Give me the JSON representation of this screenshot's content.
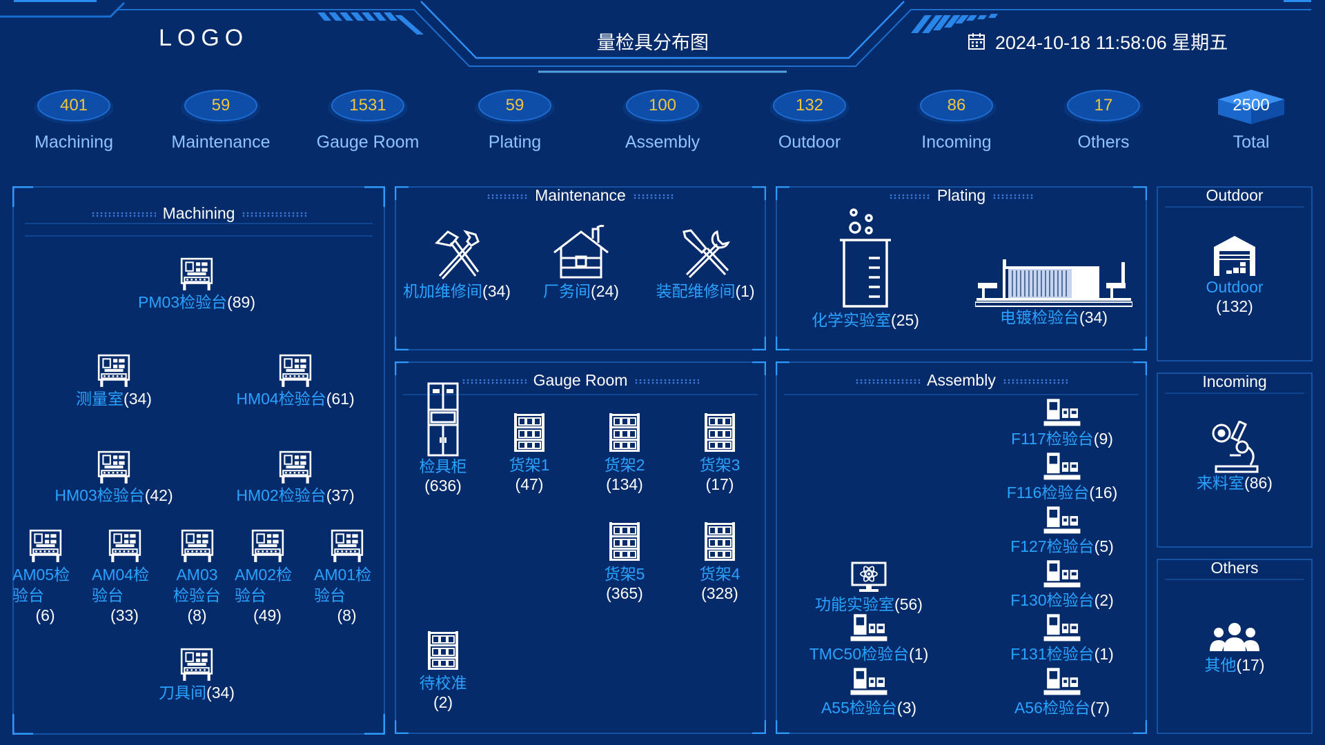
{
  "header": {
    "logo": "LOGO",
    "title": "量检具分布图",
    "datetime": "2024-10-18 11:58:06 星期五"
  },
  "stats": [
    {
      "value": "401",
      "label": "Machining"
    },
    {
      "value": "59",
      "label": "Maintenance"
    },
    {
      "value": "1531",
      "label": "Gauge Room"
    },
    {
      "value": "59",
      "label": "Plating"
    },
    {
      "value": "100",
      "label": "Assembly"
    },
    {
      "value": "132",
      "label": "Outdoor"
    },
    {
      "value": "86",
      "label": "Incoming"
    },
    {
      "value": "17",
      "label": "Others"
    },
    {
      "value": "2500",
      "label": "Total"
    }
  ],
  "machining": {
    "title": "Machining",
    "pm03": {
      "name": "PM03检验台",
      "count": "(89)"
    },
    "measure": {
      "name": "测量室",
      "count": "(34)"
    },
    "hm04": {
      "name": "HM04检验台",
      "count": "(61)"
    },
    "hm03": {
      "name": "HM03检验台",
      "count": "(42)"
    },
    "hm02": {
      "name": "HM02检验台",
      "count": "(37)"
    },
    "am05": {
      "line1": "AM05检",
      "line2": "验台",
      "count": "(6)"
    },
    "am04": {
      "line1": "AM04检",
      "line2": "验台",
      "count": "(33)"
    },
    "am03": {
      "line1": "AM03",
      "line2": "检验台",
      "count": "(8)"
    },
    "am02": {
      "line1": "AM02检",
      "line2": "验台",
      "count": "(49)"
    },
    "am01": {
      "line1": "AM01检",
      "line2": "验台",
      "count": "(8)"
    },
    "tool": {
      "name": "刀具间",
      "count": "(34)"
    }
  },
  "maintenance": {
    "title": "Maintenance",
    "mech": {
      "name": "机加维修间",
      "count": "(34)"
    },
    "facility": {
      "name": "厂务间",
      "count": "(24)"
    },
    "assembly": {
      "name": "装配维修间",
      "count": "(1)"
    }
  },
  "plating": {
    "title": "Plating",
    "chem": {
      "name": "化学实验室",
      "count": "(25)"
    },
    "electro": {
      "name": "电镀检验台",
      "count": "(34)"
    }
  },
  "outdoor": {
    "title": "Outdoor",
    "name": "Outdoor",
    "count": "(132)"
  },
  "gauge": {
    "title": "Gauge Room",
    "cabinet": {
      "name": "检具柜",
      "count": "(636)"
    },
    "shelf1": {
      "name": "货架1",
      "count": "(47)"
    },
    "shelf2": {
      "name": "货架2",
      "count": "(134)"
    },
    "shelf3": {
      "name": "货架3",
      "count": "(17)"
    },
    "shelf5": {
      "name": "货架5",
      "count": "(365)"
    },
    "shelf4": {
      "name": "货架4",
      "count": "(328)"
    },
    "pending": {
      "name": "待校准",
      "count": "(2)"
    }
  },
  "assembly": {
    "title": "Assembly",
    "f117": {
      "name": "F117检验台",
      "count": "(9)"
    },
    "f116": {
      "name": "F116检验台",
      "count": "(16)"
    },
    "f127": {
      "name": "F127检验台",
      "count": "(5)"
    },
    "f130": {
      "name": "F130检验台",
      "count": "(2)"
    },
    "f131": {
      "name": "F131检验台",
      "count": "(1)"
    },
    "a56": {
      "name": "A56检验台",
      "count": "(7)"
    },
    "func": {
      "name": "功能实验室",
      "count": "(56)"
    },
    "tmc50": {
      "name": "TMC50检验台",
      "count": "(1)"
    },
    "a55": {
      "name": "A55检验台",
      "count": "(3)"
    }
  },
  "incoming": {
    "title": "Incoming",
    "name": "来料室",
    "count": "(86)"
  },
  "others": {
    "title": "Others",
    "name": "其他",
    "count": "(17)"
  },
  "colors": {
    "background": "#062b6a",
    "accent": "#29a3ff",
    "value_yellow": "#f2c53d",
    "label_blue": "#8fc3ff"
  }
}
